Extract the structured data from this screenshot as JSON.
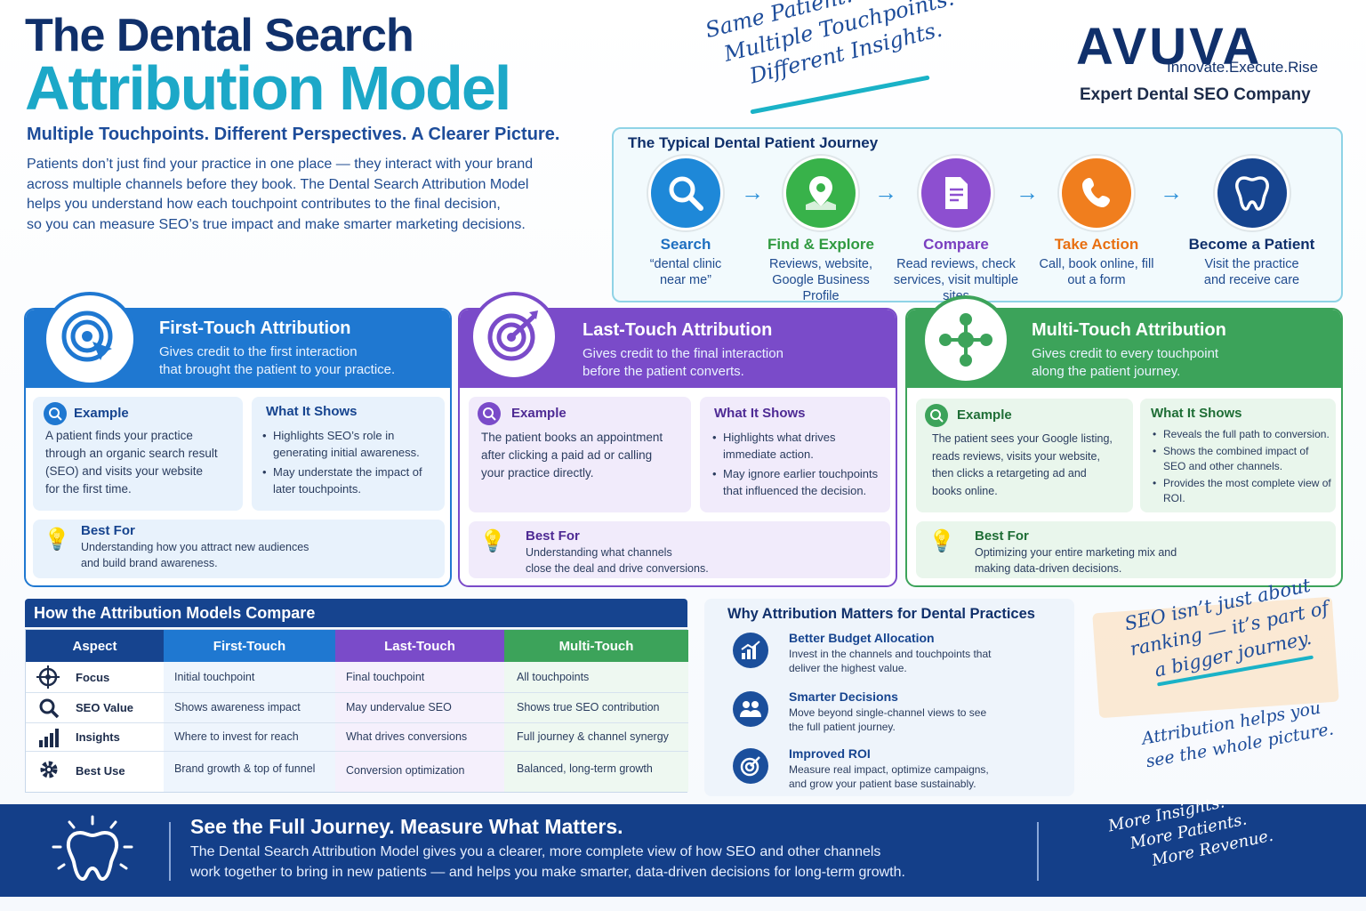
{
  "header": {
    "title_line1": "The Dental Search",
    "title_line2": "Attribution Model",
    "subtitle": "Multiple Touchpoints. Different Perspectives. A Clearer Picture.",
    "intro_lines": [
      "Patients don’t just find your practice in one place — they interact with your brand",
      "across multiple channels before they book. The Dental Search Attribution Model",
      "helps you understand how each touchpoint contributes to the final decision,",
      "so you can measure SEO’s true impact and make smarter marketing decisions."
    ],
    "tagline_lines": [
      "Same Patient.",
      "Multiple Touchpoints.",
      "Different Insights."
    ]
  },
  "brand": {
    "logo": "AVUVA",
    "tagline": "Innovate.Execute.Rise",
    "descriptor": "Expert Dental SEO Company"
  },
  "journey": {
    "title": "The Typical Dental Patient Journey",
    "steps": [
      {
        "label": "Search",
        "desc": "“dental clinic near me”",
        "icon": "search-icon",
        "color": "#1e88d8"
      },
      {
        "label": "Find & Explore",
        "desc": "Reviews, website, Google Business Profile",
        "icon": "map-pin-icon",
        "color": "#38b24a"
      },
      {
        "label": "Compare",
        "desc": "Read reviews, check services, visit multiple sites",
        "icon": "document-icon",
        "color": "#8d4fd0"
      },
      {
        "label": "Take Action",
        "desc": "Call, book online, fill out a form",
        "icon": "phone-icon",
        "color": "#f07e1e"
      },
      {
        "label": "Become a Patient",
        "desc": "Visit the practice and receive care",
        "icon": "tooth-icon",
        "color": "#16448f"
      }
    ]
  },
  "cards": [
    {
      "title": "First-Touch Attribution",
      "subtitle_lines": [
        "Gives credit to the first interaction",
        "that brought the patient to your practice."
      ],
      "color": "#1f78d1",
      "light": "#e8f2fc",
      "example_title": "Example",
      "example_lines": [
        "A patient finds your practice",
        "through an organic search result",
        "(SEO) and visits your website",
        "for the first time."
      ],
      "shows_title": "What It Shows",
      "shows": [
        "Highlights SEO’s role in generating initial awareness.",
        "May understate the impact of later touchpoints."
      ],
      "best_title": "Best For",
      "best_lines": [
        "Understanding how you attract new audiences",
        "and build brand awareness."
      ]
    },
    {
      "title": "Last-Touch Attribution",
      "subtitle_lines": [
        "Gives credit to the final interaction",
        "before the patient converts."
      ],
      "color": "#7a4bc9",
      "light": "#f1ebfb",
      "example_title": "Example",
      "example_lines": [
        "The patient books an appointment",
        "after clicking a paid ad or calling",
        "your practice directly."
      ],
      "shows_title": "What It Shows",
      "shows": [
        "Highlights what drives immediate action.",
        "May ignore earlier touchpoints that influenced the decision."
      ],
      "best_title": "Best For",
      "best_lines": [
        "Understanding what channels",
        "close the deal and drive conversions."
      ]
    },
    {
      "title": "Multi-Touch Attribution",
      "subtitle_lines": [
        "Gives credit to every touchpoint",
        "along the patient journey."
      ],
      "color": "#3ca35a",
      "light": "#e9f6ec",
      "example_title": "Example",
      "example_lines": [
        "The patient sees your Google listing,",
        "reads reviews, visits your website,",
        "then clicks a retargeting ad and",
        "books online."
      ],
      "shows_title": "What It Shows",
      "shows": [
        "Reveals the full path to conversion.",
        "Shows the combined impact of SEO and other channels.",
        "Provides the most complete view of ROI."
      ],
      "best_title": "Best For",
      "best_lines": [
        "Optimizing your entire marketing mix and",
        "making data-driven decisions."
      ]
    }
  ],
  "compare": {
    "title": "How the Attribution Models Compare",
    "headers": [
      "Aspect",
      "First-Touch",
      "Last-Touch",
      "Multi-Touch"
    ],
    "rows": [
      {
        "aspect": "Focus",
        "icon": "target-icon",
        "cells": [
          "Initial touchpoint",
          "Final touchpoint",
          "All touchpoints"
        ]
      },
      {
        "aspect": "SEO Value",
        "icon": "search-icon",
        "cells": [
          "Shows awareness impact",
          "May undervalue SEO",
          "Shows true SEO contribution"
        ]
      },
      {
        "aspect": "Insights",
        "icon": "bar-chart-icon",
        "cells": [
          "Where to invest for reach",
          "What drives conversions",
          "Full journey & channel synergy"
        ]
      },
      {
        "aspect": "Best Use",
        "icon": "gear-icon",
        "cells": [
          "Brand growth & top of funnel",
          "Conversion optimization",
          "Balanced, long-term growth"
        ]
      }
    ]
  },
  "why": {
    "title": "Why Attribution Matters for Dental Practices",
    "items": [
      {
        "title": "Better Budget Allocation",
        "lines": [
          "Invest in the channels and touchpoints that",
          "deliver the highest value."
        ],
        "icon": "chart-icon"
      },
      {
        "title": "Smarter Decisions",
        "lines": [
          "Move beyond single-channel views to see",
          "the full patient journey."
        ],
        "icon": "people-icon"
      },
      {
        "title": "Improved ROI",
        "lines": [
          "Measure real impact, optimize campaigns,",
          "and grow your patient base sustainably."
        ],
        "icon": "target-icon"
      }
    ]
  },
  "side_note": {
    "lines": [
      "SEO isn’t just about",
      "ranking — it’s part of",
      "a bigger journey."
    ],
    "lines2": [
      "Attribution helps you",
      "see the whole picture."
    ]
  },
  "footer": {
    "title": "See the Full Journey. Measure What Matters.",
    "lines": [
      "The Dental Search Attribution Model gives you a clearer, more complete view of how SEO and other channels",
      "work together to bring in new patients — and helps you make smarter, data-driven decisions for long-term growth."
    ],
    "hand_lines": [
      "More Insights.",
      "More Patients.",
      "More Revenue."
    ]
  }
}
